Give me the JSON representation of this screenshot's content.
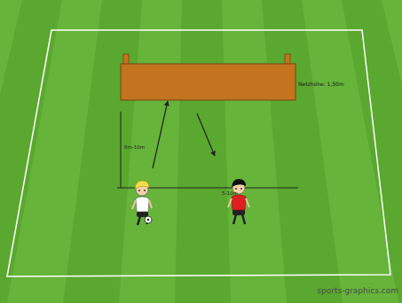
{
  "diagram": {
    "labels": [
      "Netzhöhe: 1,50m",
      "6m-10m",
      "5-10m",
      "sports-graphics.com"
    ]
  }
}
